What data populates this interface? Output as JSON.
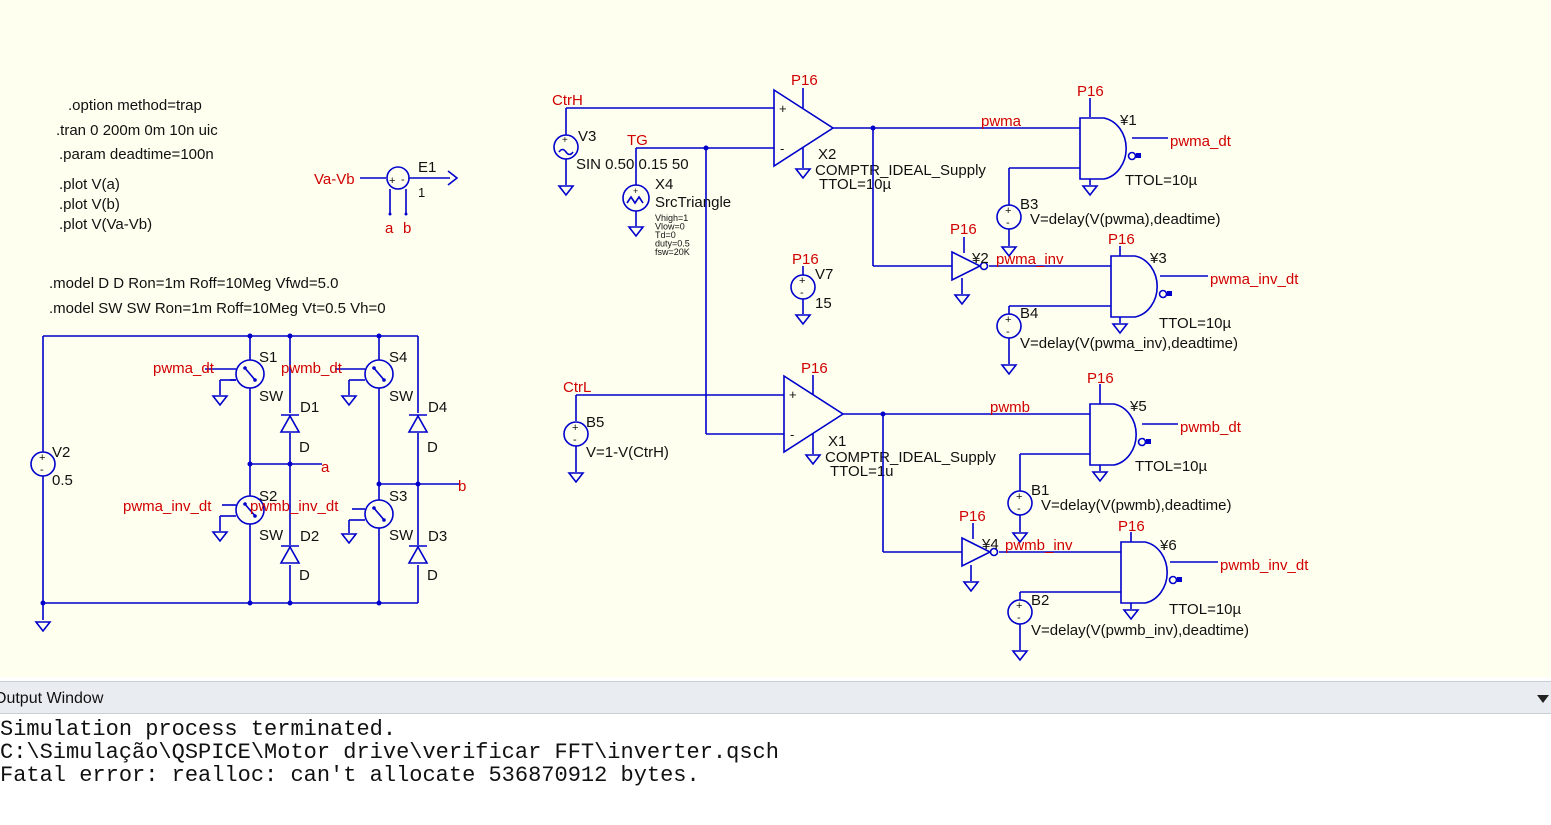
{
  "schematic": {
    "directives": {
      "option": ".option method=trap",
      "tran": ".tran 0 200m 0m 10n uic",
      "param": ".param deadtime=100n",
      "plot_a": ".plot V(a)",
      "plot_b": ".plot V(b)",
      "plot_ab": ".plot V(Va-Vb)",
      "model_d": ".model D D Ron=1m Roff=10Meg Vfwd=5.0",
      "model_sw": ".model SW SW Ron=1m Roff=10Meg Vt=0.5 Vh=0"
    },
    "e1": {
      "name": "E1",
      "gain": "1",
      "net": "Va-Vb",
      "in_a": "a",
      "in_b": "b"
    },
    "bridge": {
      "v2_name": "V2",
      "v2_value": "0.5",
      "s1": "S1",
      "s2": "S2",
      "s3": "S3",
      "s4": "S4",
      "sw_model": "SW",
      "d1": "D1",
      "d2": "D2",
      "d3": "D3",
      "d4": "D4",
      "d_model": "D",
      "net_a": "a",
      "net_b": "b",
      "ctl_s1": "pwma_dt",
      "ctl_s4": "pwmb_dt",
      "ctl_s2": "pwma_inv_dt",
      "ctl_s3": "pwmb_inv_dt"
    },
    "sources": {
      "v3_name": "V3",
      "v3_value": "SIN 0.50 0.15 50",
      "ctrh": "CtrH",
      "tg": "TG",
      "x4_name": "X4",
      "x4_type": "SrcTriangle",
      "x4_params": [
        "Vhigh=1",
        "Vlow=0",
        "Td=0",
        "duty=0.5",
        "fsw=20K"
      ],
      "ctrl": "CtrL",
      "b5_name": "B5",
      "b5_expr": "V=1-V(CtrH)",
      "v7_name": "V7",
      "v7_value": "15"
    },
    "comparators": {
      "supply": "P16",
      "x2_name": "X2",
      "x2_type": "COMPTR_IDEAL_Supply",
      "x2_ttol": "TTOL=10µ",
      "x1_name": "X1",
      "x1_type": "COMPTR_IDEAL_Supply",
      "x1_ttol": "TTOL=1u"
    },
    "gates": {
      "y1": "¥1",
      "y2": "¥2",
      "y3": "¥3",
      "y4": "¥4",
      "y5": "¥5",
      "y6": "¥6",
      "ttol": "TTOL=10µ",
      "pwma": "pwma",
      "pwma_inv": "pwma_inv",
      "pwmb": "pwmb",
      "pwmb_inv": "pwmb_inv",
      "pwma_dt": "pwma_dt",
      "pwma_inv_dt": "pwma_inv_dt",
      "pwmb_dt": "pwmb_dt",
      "pwmb_inv_dt": "pwmb_inv_dt",
      "b3_name": "B3",
      "b3_expr": "V=delay(V(pwma),deadtime)",
      "b4_name": "B4",
      "b4_expr": "V=delay(V(pwma_inv),deadtime)",
      "b1_name": "B1",
      "b1_expr": "V=delay(V(pwmb),deadtime)",
      "b2_name": "B2",
      "b2_expr": "V=delay(V(pwmb_inv),deadtime)"
    }
  },
  "output_window": {
    "title": "Output Window",
    "lines": [
      "Simulation process terminated.",
      "C:\\Simulação\\QSPICE\\Motor drive\\verificar FFT\\inverter.qsch",
      "Fatal error: realloc: can't allocate 536870912 bytes."
    ]
  }
}
